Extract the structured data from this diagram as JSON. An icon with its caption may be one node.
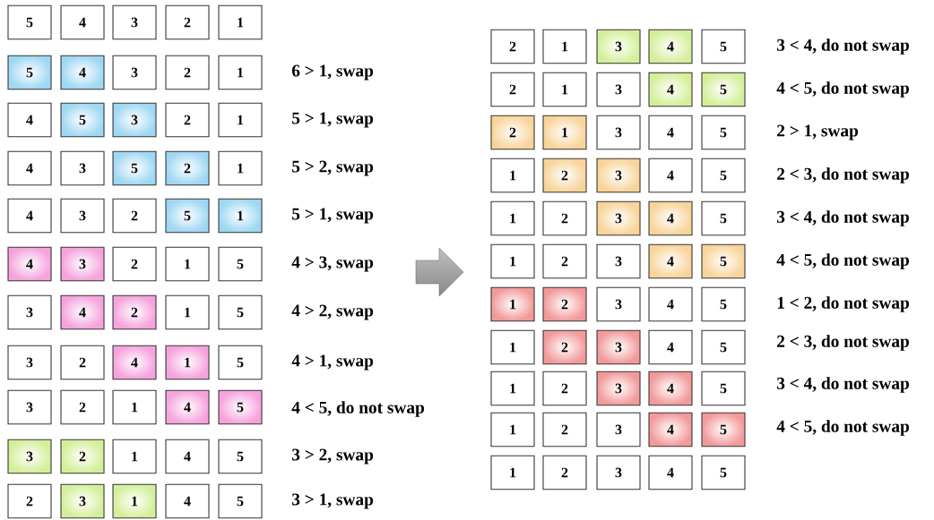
{
  "diagram": {
    "nodes": [
      {
        "text": [
          "5"
        ]
      },
      {
        "text": [
          "4"
        ]
      },
      {
        "text": [
          "3"
        ]
      },
      {
        "text": [
          "2"
        ]
      },
      {
        "text": [
          "1"
        ]
      },
      {
        "text": [
          "5"
        ]
      },
      {
        "text": [
          "4"
        ]
      },
      {
        "text": [
          "3"
        ]
      },
      {
        "text": [
          "2"
        ]
      },
      {
        "text": [
          "1"
        ]
      },
      {
        "text": [
          "4"
        ]
      },
      {
        "text": [
          "5"
        ]
      },
      {
        "text": [
          "3"
        ]
      },
      {
        "text": [
          "2"
        ]
      },
      {
        "text": [
          "1"
        ]
      },
      {
        "text": [
          "4"
        ]
      },
      {
        "text": [
          "3"
        ]
      },
      {
        "text": [
          "5"
        ]
      },
      {
        "text": [
          "2"
        ]
      },
      {
        "text": [
          "1"
        ]
      },
      {
        "text": [
          "4"
        ]
      },
      {
        "text": [
          "3"
        ]
      },
      {
        "text": [
          "2"
        ]
      },
      {
        "text": [
          "5"
        ]
      },
      {
        "text": [
          "1"
        ]
      },
      {
        "text": [
          "4"
        ]
      },
      {
        "text": [
          "3"
        ]
      },
      {
        "text": [
          "2"
        ]
      },
      {
        "text": [
          "1"
        ]
      },
      {
        "text": [
          "5"
        ]
      },
      {
        "text": [
          "3"
        ]
      },
      {
        "text": [
          "4"
        ]
      },
      {
        "text": [
          "2"
        ]
      },
      {
        "text": [
          "1"
        ]
      },
      {
        "text": [
          "5"
        ]
      },
      {
        "text": [
          "3"
        ]
      },
      {
        "text": [
          "2"
        ]
      },
      {
        "text": [
          "4"
        ]
      },
      {
        "text": [
          "1"
        ]
      },
      {
        "text": [
          "5"
        ]
      },
      {
        "text": [
          "3"
        ]
      },
      {
        "text": [
          "2"
        ]
      },
      {
        "text": [
          "1"
        ]
      },
      {
        "text": [
          "4"
        ]
      },
      {
        "text": [
          "5"
        ]
      },
      {
        "text": [
          "3"
        ]
      },
      {
        "text": [
          "2"
        ]
      },
      {
        "text": [
          "1"
        ]
      },
      {
        "text": [
          "4"
        ]
      },
      {
        "text": [
          "5"
        ]
      },
      {
        "text": [
          "2"
        ]
      },
      {
        "text": [
          "3"
        ]
      },
      {
        "text": [
          "1"
        ]
      },
      {
        "text": [
          "4"
        ]
      },
      {
        "text": [
          "5"
        ]
      },
      {
        "text": [
          "2"
        ]
      },
      {
        "text": [
          "1"
        ]
      },
      {
        "text": [
          "3"
        ]
      },
      {
        "text": [
          "4"
        ]
      },
      {
        "text": [
          "5"
        ]
      },
      {
        "text": [
          "2"
        ]
      },
      {
        "text": [
          "1"
        ]
      },
      {
        "text": [
          "3"
        ]
      },
      {
        "text": [
          "4"
        ]
      },
      {
        "text": [
          "5"
        ]
      },
      {
        "text": [
          "2"
        ]
      },
      {
        "text": [
          "1"
        ]
      },
      {
        "text": [
          "3"
        ]
      },
      {
        "text": [
          "4"
        ]
      },
      {
        "text": [
          "5"
        ]
      },
      {
        "text": [
          "1"
        ]
      },
      {
        "text": [
          "2"
        ]
      },
      {
        "text": [
          "3"
        ]
      },
      {
        "text": [
          "4"
        ]
      },
      {
        "text": [
          "5"
        ]
      },
      {
        "text": [
          "1"
        ]
      },
      {
        "text": [
          "2"
        ]
      },
      {
        "text": [
          "3"
        ]
      },
      {
        "text": [
          "4"
        ]
      },
      {
        "text": [
          "5"
        ]
      },
      {
        "text": [
          "1"
        ]
      },
      {
        "text": [
          "2"
        ]
      },
      {
        "text": [
          "3"
        ]
      },
      {
        "text": [
          "4"
        ]
      },
      {
        "text": [
          "5"
        ]
      },
      {
        "text": [
          "1"
        ]
      },
      {
        "text": [
          "2"
        ]
      },
      {
        "text": [
          "3"
        ]
      },
      {
        "text": [
          "4"
        ]
      },
      {
        "text": [
          "5"
        ]
      },
      {
        "text": [
          "1"
        ]
      },
      {
        "text": [
          "2"
        ]
      },
      {
        "text": [
          "3"
        ]
      },
      {
        "text": [
          "4"
        ]
      },
      {
        "text": [
          "5"
        ]
      },
      {
        "text": [
          "1"
        ]
      },
      {
        "text": [
          "2"
        ]
      },
      {
        "text": [
          "3"
        ]
      },
      {
        "text": [
          "4"
        ]
      },
      {
        "text": [
          "5"
        ]
      },
      {
        "text": [
          "1"
        ]
      },
      {
        "text": [
          "2"
        ]
      },
      {
        "text": [
          "3"
        ]
      },
      {
        "text": [
          "4"
        ]
      },
      {
        "text": [
          "5"
        ]
      },
      {
        "text": [
          "1"
        ]
      },
      {
        "text": [
          "2"
        ]
      },
      {
        "text": [
          "3"
        ]
      },
      {
        "text": [
          "4"
        ]
      },
      {
        "text": [
          "5"
        ]
      }
    ],
    "labels": [
      "6 > 1, swap",
      "5 > 1, swap",
      "5 > 2, swap",
      "5 > 1, swap",
      "4 > 3, swap",
      "4 > 2, swap",
      "4 > 1, swap",
      "4 < 5, do not swap",
      "3 > 2, swap",
      "3 > 1, swap",
      "3 < 4, do not swap",
      "4 < 5, do not swap",
      "2 > 1, swap",
      "2 < 3, do not swap",
      "3 < 4, do not swap",
      "4 < 5, do not swap",
      "1 < 2, do not swap",
      "2 < 3, do not swap",
      "3 < 4, do not swap",
      "4 < 5, do not swap"
    ]
  }
}
